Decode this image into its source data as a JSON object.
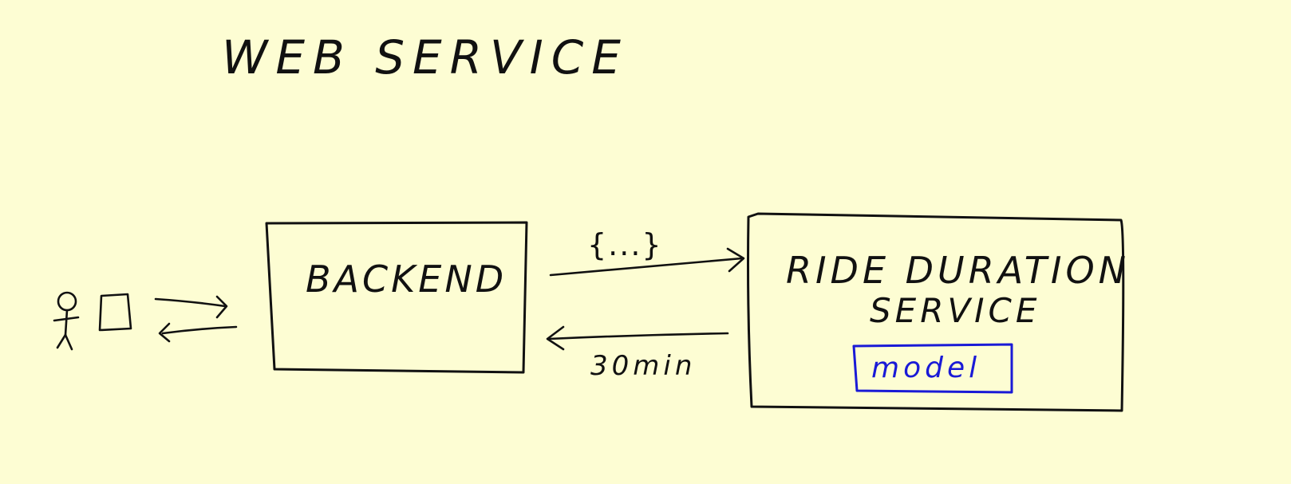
{
  "title": "WEB SERVICE",
  "backend": {
    "label": "BACKEND"
  },
  "service": {
    "label_line1": "RIDE DURATION",
    "label_line2": "SERVICE",
    "model_label": "model"
  },
  "request_label": "{...}",
  "response_label": "30min",
  "colors": {
    "background": "#fdfdd3",
    "ink": "#111111",
    "model_ink": "#1a1ad6"
  },
  "icons": [
    "user-stick-figure-icon",
    "device-icon"
  ]
}
